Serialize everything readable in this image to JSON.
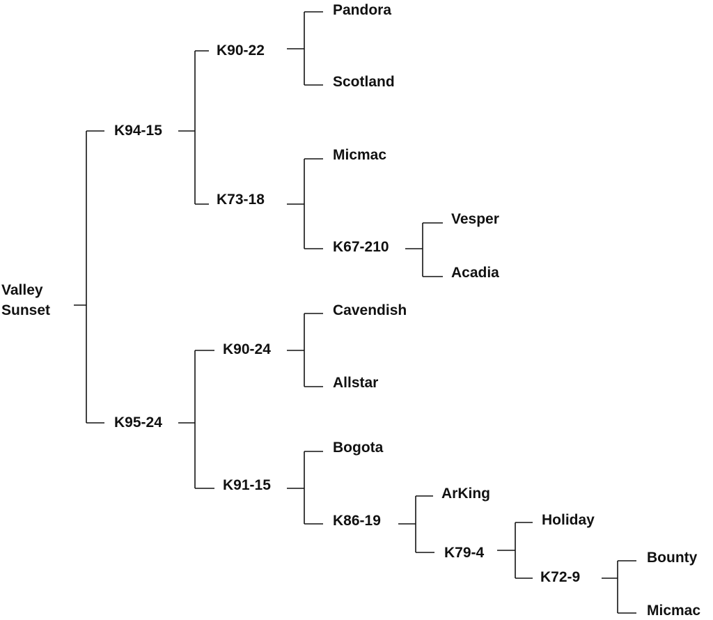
{
  "pedigree": {
    "root": {
      "line1": "Valley",
      "line2": "Sunset"
    },
    "nodes": {
      "k94_15": "K94-15",
      "k95_24": "K95-24",
      "k90_22": "K90-22",
      "k73_18": "K73-18",
      "k90_24": "K90-24",
      "k91_15": "K91-15",
      "pandora": "Pandora",
      "scotland": "Scotland",
      "micmac_1": "Micmac",
      "k67_210": "K67-210",
      "vesper": "Vesper",
      "acadia": "Acadia",
      "cavendish": "Cavendish",
      "allstar": "Allstar",
      "bogota": "Bogota",
      "k86_19": "K86-19",
      "arking": "ArKing",
      "k79_4": "K79-4",
      "holiday": "Holiday",
      "k72_9": "K72-9",
      "bounty": "Bounty",
      "micmac_2": "Micmac"
    }
  }
}
